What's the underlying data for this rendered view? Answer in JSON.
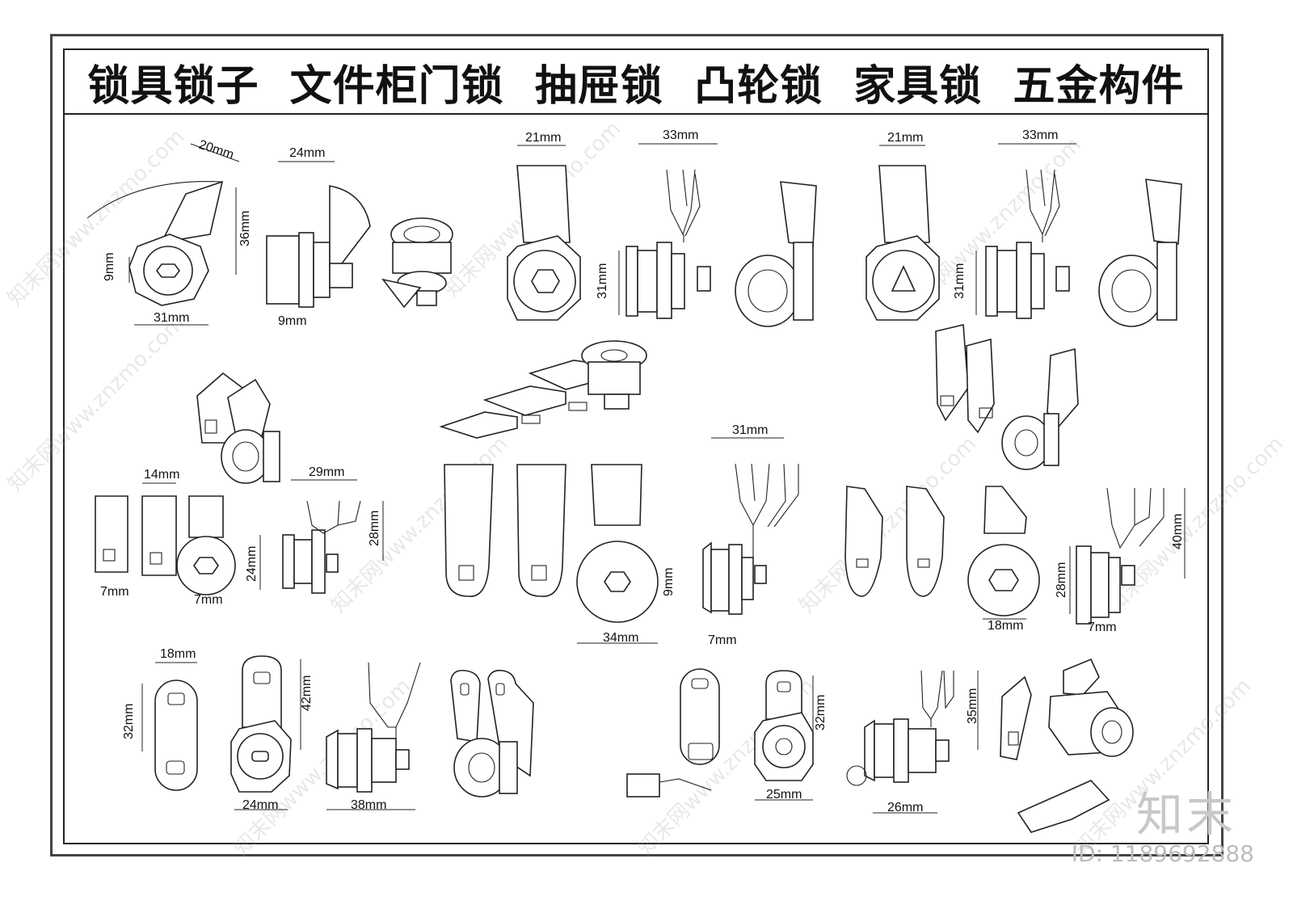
{
  "title": "锁具锁子  文件柜门锁  抽屉锁  凸轮锁  家具锁  五金构件",
  "watermark_text": "知末网www.znzmo.com",
  "brand_mark": "知末",
  "image_id": "ID: 1189692888",
  "dimensions": {
    "d1_20": "20mm",
    "d1_36": "36mm",
    "d1_9": "9mm",
    "d1_31": "31mm",
    "d2_24": "24mm",
    "d2_9": "9mm",
    "d3_21": "21mm",
    "d3_33": "33mm",
    "d3_31": "31mm",
    "d4_21": "21mm",
    "d4_33": "33mm",
    "d4_31": "31mm",
    "d5_14": "14mm",
    "d5_7a": "7mm",
    "d5_7b": "7mm",
    "d6_29": "29mm",
    "d6_24": "24mm",
    "d6_28": "28mm",
    "d7_34": "34mm",
    "d7_9": "9mm",
    "d8_31": "31mm",
    "d8_7": "7mm",
    "d9_18": "18mm",
    "d10_28": "28mm",
    "d10_40": "40mm",
    "d10_7": "7mm",
    "d11_18": "18mm",
    "d11_32": "32mm",
    "d12_42": "42mm",
    "d12_24": "24mm",
    "d13_38": "38mm",
    "d14_32": "32mm",
    "d14_25": "25mm",
    "d15_35": "35mm",
    "d15_26": "26mm"
  },
  "colors": {
    "line": "#222222",
    "frame": "#444444",
    "watermark": "#9a9a9a"
  }
}
